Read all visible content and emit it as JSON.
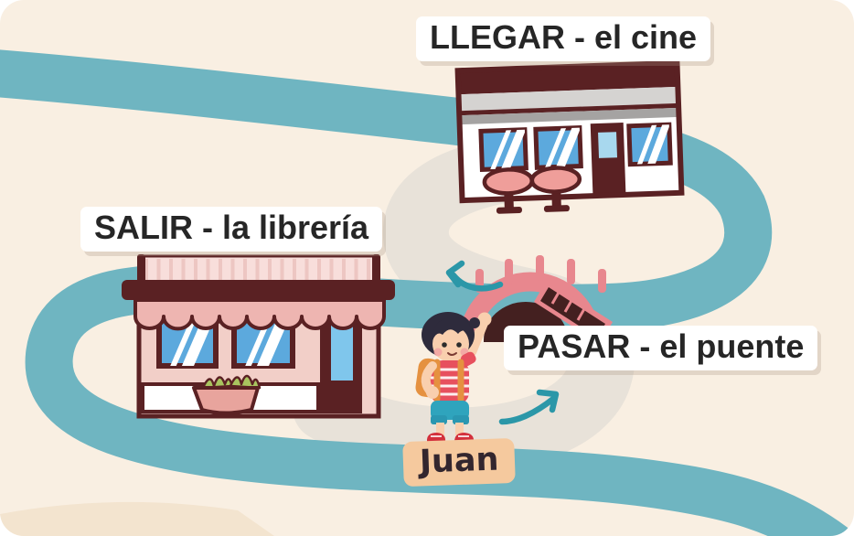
{
  "route_labels": [
    {
      "id": "salir",
      "text": "SALIR - la librería"
    },
    {
      "id": "pasar",
      "text": "PASAR - el puente"
    },
    {
      "id": "llegar",
      "text": "LLEGAR - el cine"
    }
  ],
  "character": {
    "name": "Juan"
  },
  "icons": {
    "arrow_up_left": "curved-arrow-up-left",
    "arrow_up_right": "curved-arrow-up-right"
  },
  "colors": {
    "background": "#f9efe2",
    "river_teal": "#6fb5c1",
    "route_gray": "#e8e2d9",
    "outline_maroon": "#5a2123",
    "window_blue": "#5ca9dd",
    "facade_pink": "#f2cfc8",
    "awning_pink": "#eeb5b1",
    "bridge_salmon": "#e8878e",
    "arrow_teal": "#2b97a8",
    "label_background": "#ffffff",
    "label_text": "#262626",
    "name_tag_peach": "#f5c99e"
  }
}
